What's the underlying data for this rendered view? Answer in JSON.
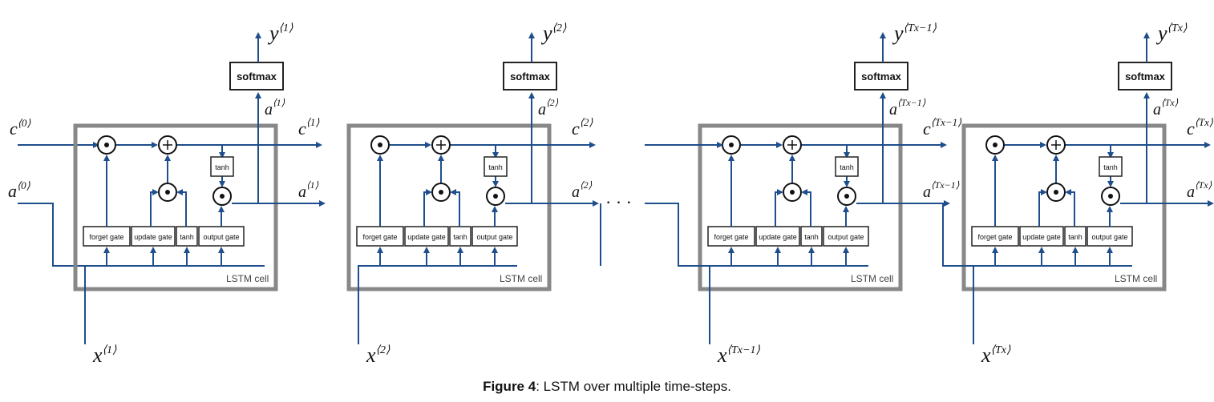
{
  "cells": [
    {
      "label": "LSTM cell",
      "c_out": "c",
      "c_sup": "1",
      "a_out": "a",
      "a_sup": "1",
      "y": "y",
      "y_sup": "1",
      "a_up": "a",
      "a_up_sup": "1",
      "x": "x",
      "x_sup": "1"
    },
    {
      "label": "LSTM cell",
      "c_out": "c",
      "c_sup": "2",
      "a_out": "a",
      "a_sup": "2",
      "y": "y",
      "y_sup": "2",
      "a_up": "a",
      "a_up_sup": "2",
      "x": "x",
      "x_sup": "2"
    },
    {
      "label": "LSTM cell",
      "c_out": "c",
      "c_sup": "Tx−1",
      "a_out": "a",
      "a_sup": "Tx−1",
      "y": "y",
      "y_sup": "Tx−1",
      "a_up": "a",
      "a_up_sup": "Tx−1",
      "x": "x",
      "x_sup": "Tx−1"
    },
    {
      "label": "LSTM cell",
      "c_out": "c",
      "c_sup": "Tx",
      "a_out": "a",
      "a_sup": "Tx",
      "y": "y",
      "y_sup": "Tx",
      "a_up": "a",
      "a_up_sup": "Tx",
      "x": "x",
      "x_sup": "Tx"
    }
  ],
  "gates": {
    "forget": "forget gate",
    "update": "update gate",
    "tanh": "tanh",
    "output": "output gate",
    "inner_tanh": "tanh",
    "softmax": "softmax"
  },
  "inputs": {
    "c0": "c",
    "c0_sup": "0",
    "a0": "a",
    "a0_sup": "0"
  },
  "ellipsis": "· · ·",
  "caption": {
    "bold": "Figure 4",
    "rest": ": LSTM over multiple time-steps."
  }
}
